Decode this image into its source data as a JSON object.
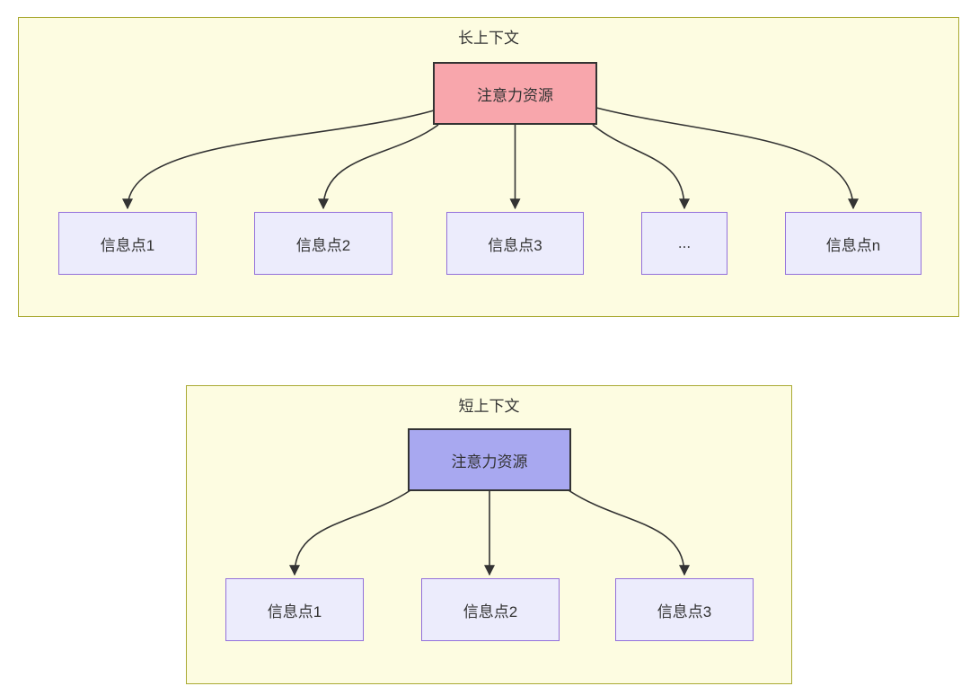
{
  "colors": {
    "cluster_fill": "#fdfce1",
    "cluster_border": "#aaaa33",
    "node_fill": "#ececfc",
    "node_border": "#9370DB",
    "attention_long_fill": "#f8a6ac",
    "attention_short_fill": "#a8a8f0",
    "attention_border": "#333333",
    "edge": "#333333",
    "text": "#333333"
  },
  "long_context": {
    "title": "长上下文",
    "attention_label": "注意力资源",
    "info_points": [
      "信息点1",
      "信息点2",
      "信息点3",
      "...",
      "信息点n"
    ]
  },
  "short_context": {
    "title": "短上下文",
    "attention_label": "注意力资源",
    "info_points": [
      "信息点1",
      "信息点2",
      "信息点3"
    ]
  }
}
